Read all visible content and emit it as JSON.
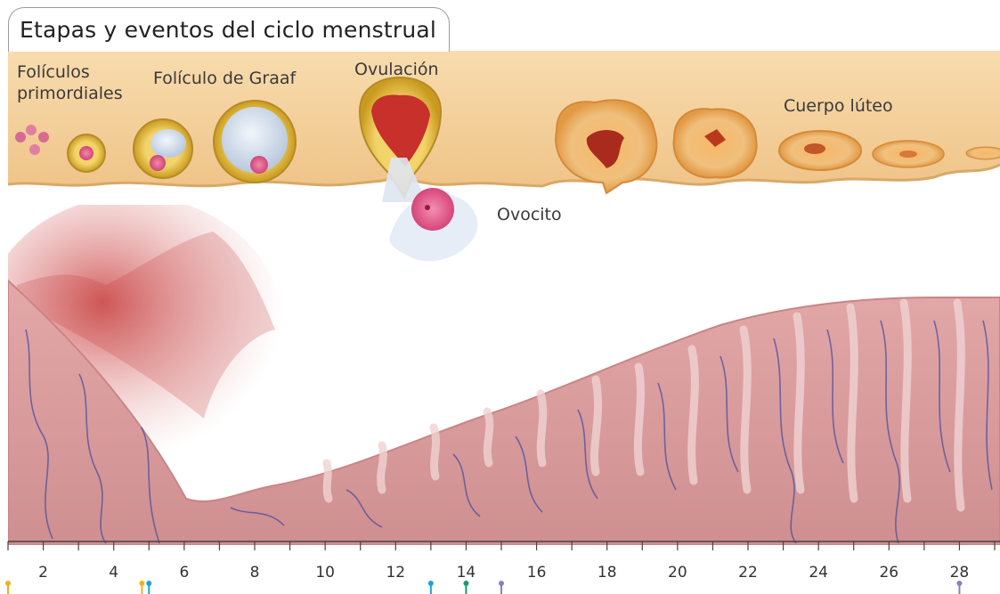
{
  "title": "Etapas y eventos del ciclo menstrual",
  "labels": {
    "primordial": "Folículos\nprimordiales",
    "graaf": "Folículo de Graaf",
    "ovulation": "Ovulación",
    "oocyte": "Ovocito",
    "corpus": "Cuerpo lúteo"
  },
  "axis": {
    "day_start": 1,
    "day_end": 29,
    "tick_labels": [
      "2",
      "4",
      "6",
      "8",
      "10",
      "12",
      "14",
      "16",
      "18",
      "20",
      "22",
      "24",
      "26",
      "28"
    ]
  },
  "event_markers": [
    {
      "day": 1.0,
      "color": "#f2b01e"
    },
    {
      "day": 4.8,
      "color": "#f2b01e"
    },
    {
      "day": 5.0,
      "color": "#1aa3d9"
    },
    {
      "day": 13.0,
      "color": "#1aa3d9"
    },
    {
      "day": 14.0,
      "color": "#1a9a6b"
    },
    {
      "day": 15.0,
      "color": "#8a7fc0"
    },
    {
      "day": 28.0,
      "color": "#8a7fc0"
    }
  ],
  "colors": {
    "ovary_band": "#f6d4a0",
    "follicle": "#e0b437",
    "endometrium": "#d9989a",
    "blood": "#c42a2a",
    "vessel": "#4a4fa0"
  }
}
